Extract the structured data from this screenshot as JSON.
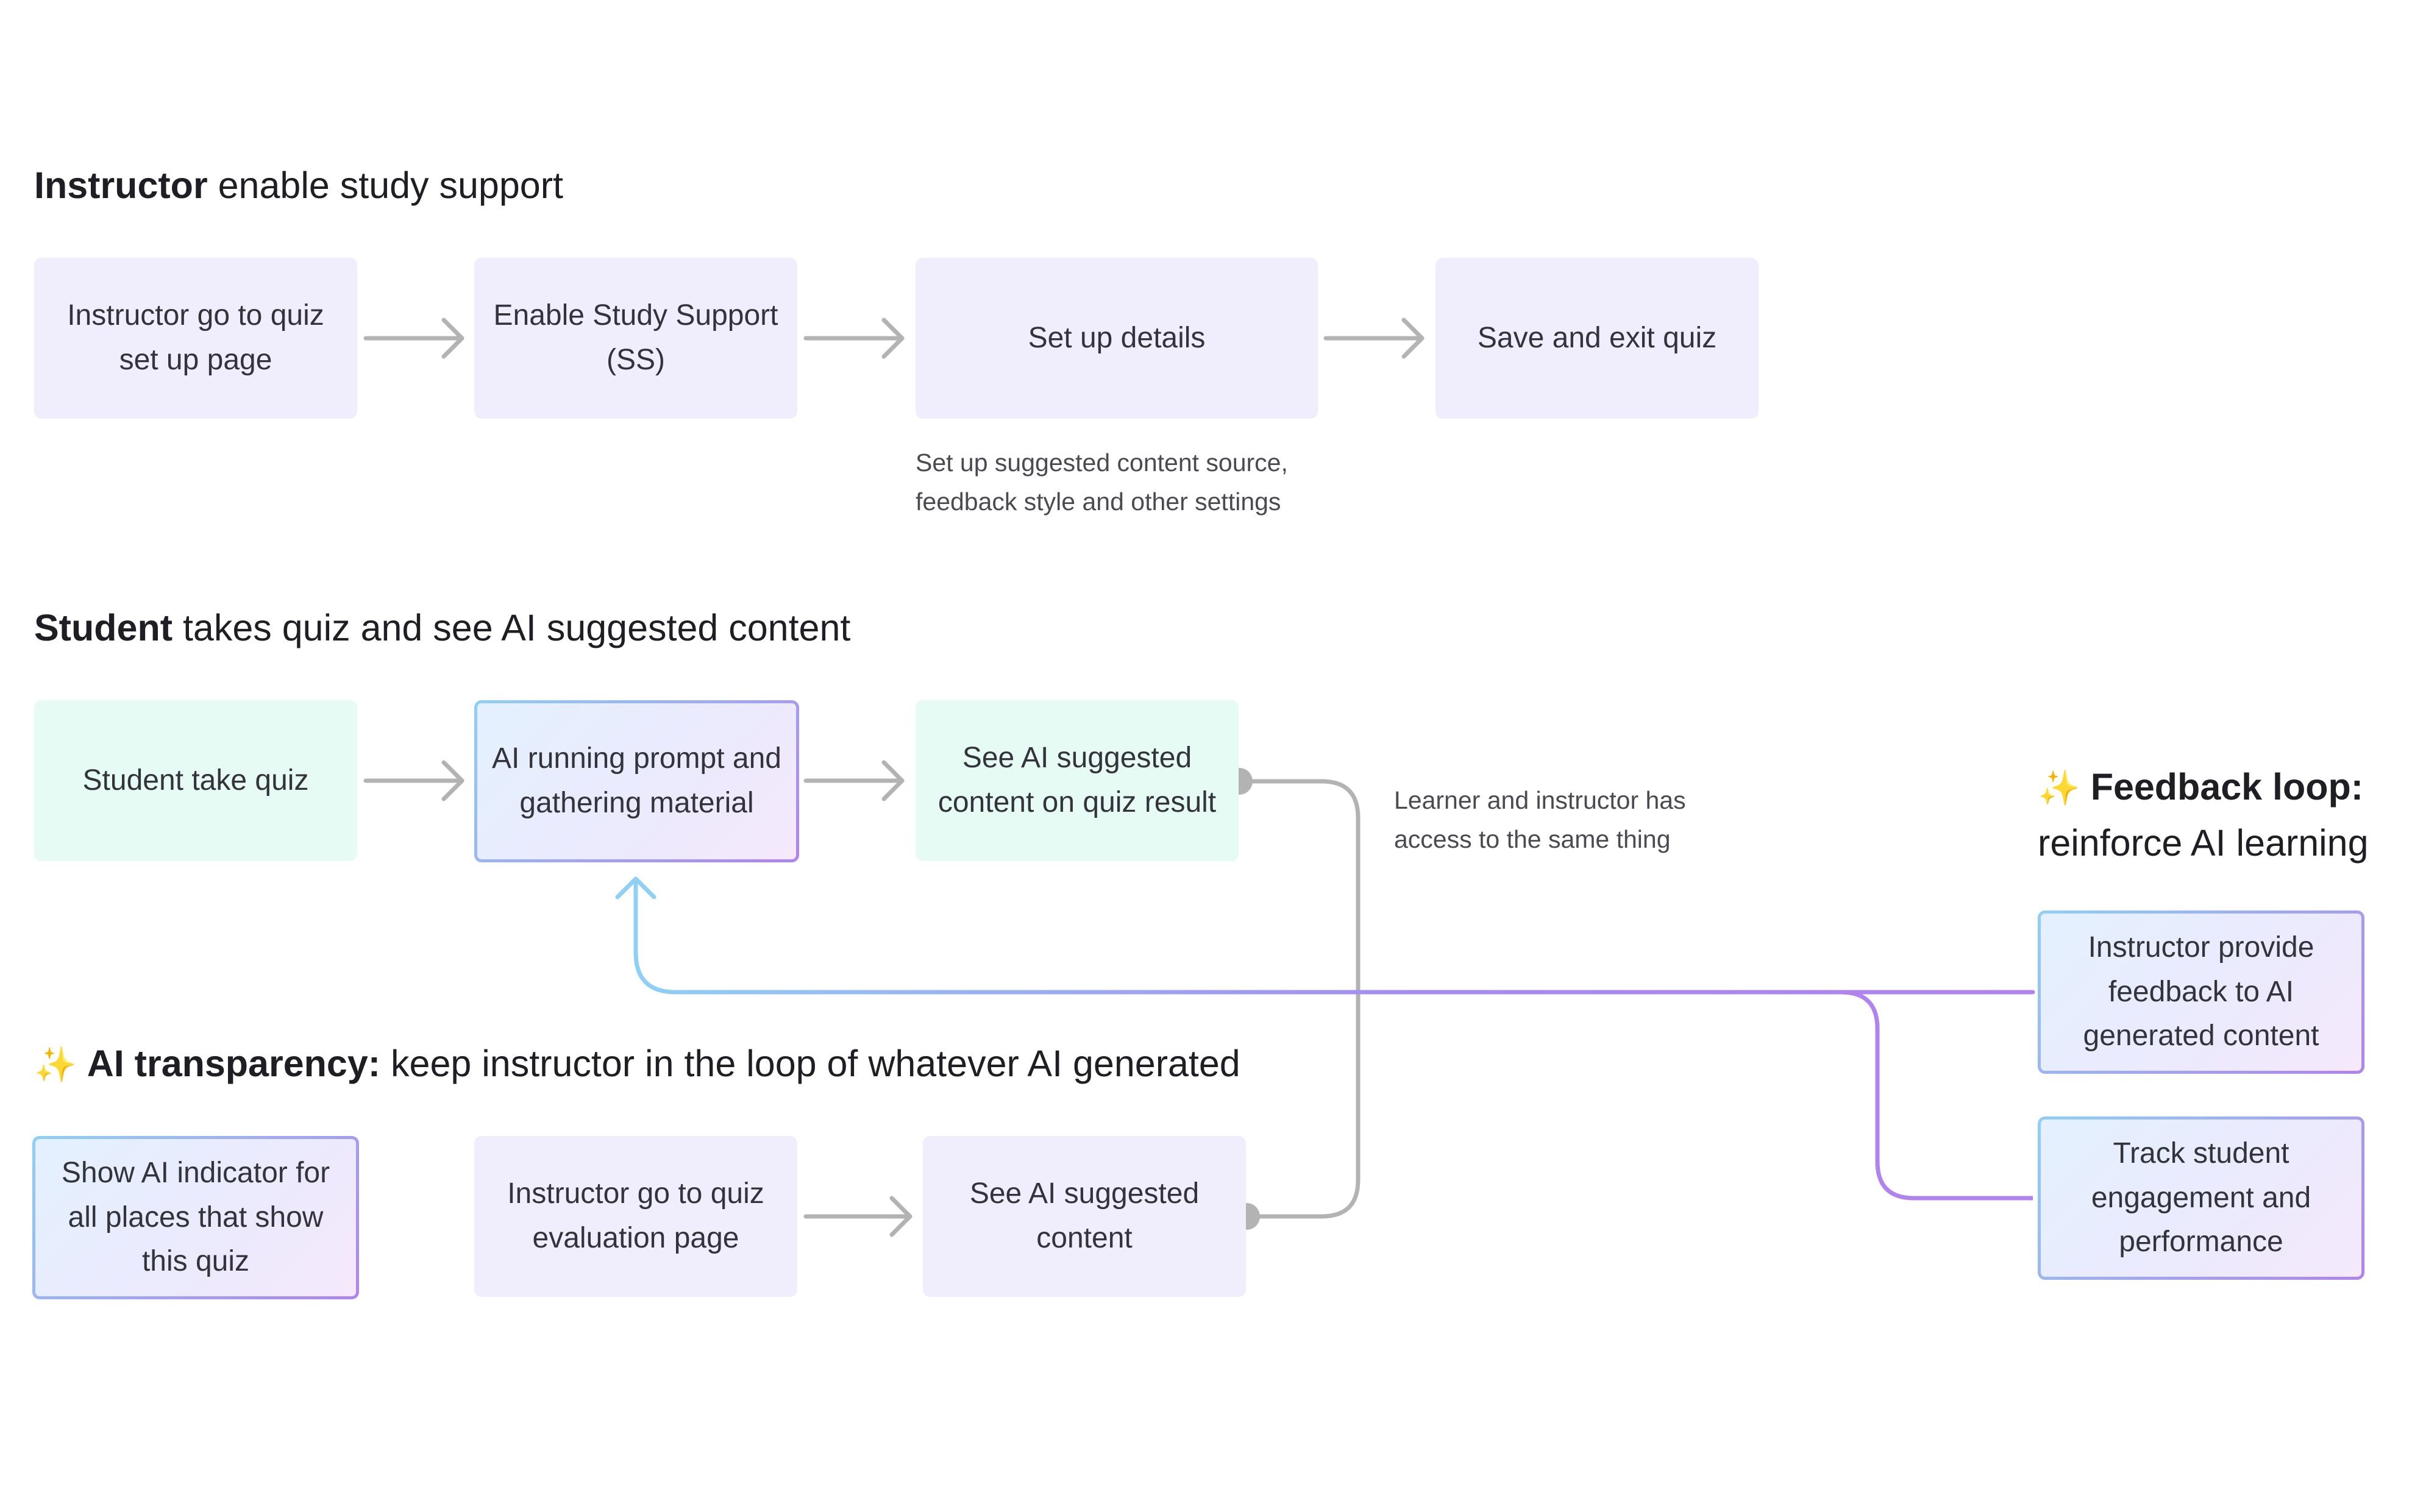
{
  "sections": {
    "instructor": {
      "bold": "Instructor",
      "rest": " enable study support",
      "steps": [
        "Instructor go to quiz set up page",
        "Enable Study Support (SS)",
        "Set up details",
        "Save and exit quiz"
      ],
      "note": "Set up suggested content source, feedback style and other settings"
    },
    "student": {
      "bold": "Student",
      "rest": " takes quiz and see AI suggested content",
      "steps": [
        "Student take quiz",
        "AI running prompt and gathering material",
        "See AI suggested content on quiz result"
      ],
      "note": "Learner and instructor has access to the same thing"
    },
    "transparency": {
      "sparkle": "✨",
      "bold": "AI transparency:",
      "rest": " keep instructor in the loop of whatever AI generated",
      "steps": [
        "Show AI indicator for all places that show this quiz",
        "Instructor go to quiz evaluation page",
        "See AI suggested content"
      ]
    },
    "feedback": {
      "sparkle": "✨",
      "bold": "Feedback loop:",
      "line2": "reinforce AI learning",
      "steps": [
        "Instructor provide feedback to AI generated content",
        "Track student engagement and performance"
      ]
    }
  },
  "colors": {
    "lavender_box": "#f0eefd",
    "mint_box": "#e6fbf3",
    "arrow_gray": "#b3b3b3",
    "loop_blue": "#8fd0f5",
    "loop_purple": "#b083ef"
  }
}
